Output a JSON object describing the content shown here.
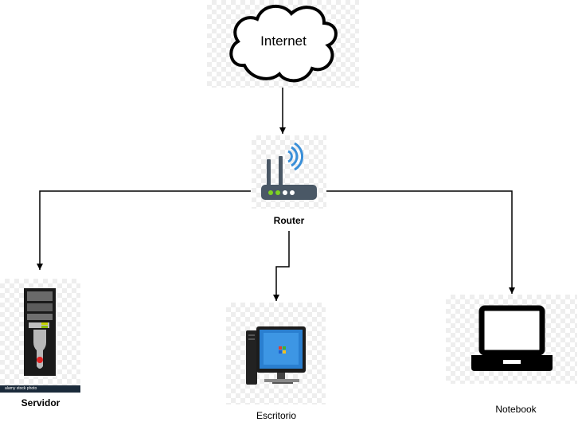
{
  "nodes": {
    "internet": {
      "label": "Internet"
    },
    "router": {
      "label": "Router"
    },
    "servidor": {
      "label": "Servidor",
      "watermark": "alamy stock photo"
    },
    "escritorio": {
      "label": "Escritorio"
    },
    "notebook": {
      "label": "Notebook"
    }
  },
  "colors": {
    "edge": "#000000",
    "wifi_waves": "#3a8fd8",
    "router_body": "#4a5866",
    "router_leds": [
      "#7ed321",
      "#7ed321",
      "#ffffff",
      "#ffffff"
    ],
    "screen": "#2a7fd0"
  }
}
